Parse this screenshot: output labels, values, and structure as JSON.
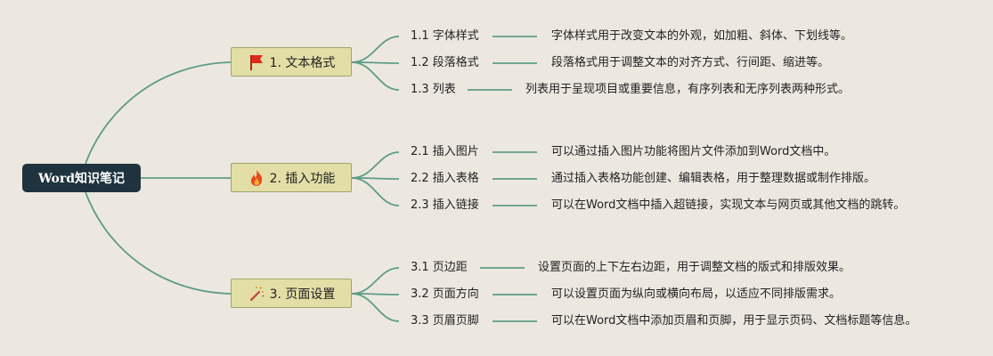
{
  "root": {
    "label": "Word知识笔记"
  },
  "colors": {
    "line": "#5E9C86",
    "root_bg": "#1E333D",
    "branch_bg": "#E2DEA6"
  },
  "branches": [
    {
      "label": "1. 文本格式",
      "icon": "red-flag-icon",
      "items": [
        {
          "label": "1.1 字体样式",
          "desc": "字体样式用于改变文本的外观，如加粗、斜体、下划线等。"
        },
        {
          "label": "1.2 段落格式",
          "desc": "段落格式用于调整文本的对齐方式、行间距、缩进等。"
        },
        {
          "label": "1.3 列表",
          "desc": "列表用于呈现项目或重要信息，有序列表和无序列表两种形式。"
        }
      ]
    },
    {
      "label": "2. 插入功能",
      "icon": "fire-icon",
      "items": [
        {
          "label": "2.1 插入图片",
          "desc": "可以通过插入图片功能将图片文件添加到Word文档中。"
        },
        {
          "label": "2.2 插入表格",
          "desc": "通过插入表格功能创建、编辑表格，用于整理数据或制作排版。"
        },
        {
          "label": "2.3 插入链接",
          "desc": "可以在Word文档中插入超链接，实现文本与网页或其他文档的跳转。"
        }
      ]
    },
    {
      "label": "3. 页面设置",
      "icon": "magic-wand-icon",
      "items": [
        {
          "label": "3.1 页边距",
          "desc": "设置页面的上下左右边距，用于调整文档的版式和排版效果。"
        },
        {
          "label": "3.2 页面方向",
          "desc": "可以设置页面为纵向或横向布局，以适应不同排版需求。"
        },
        {
          "label": "3.3 页眉页脚",
          "desc": "可以在Word文档中添加页眉和页脚，用于显示页码、文档标题等信息。"
        }
      ]
    }
  ]
}
